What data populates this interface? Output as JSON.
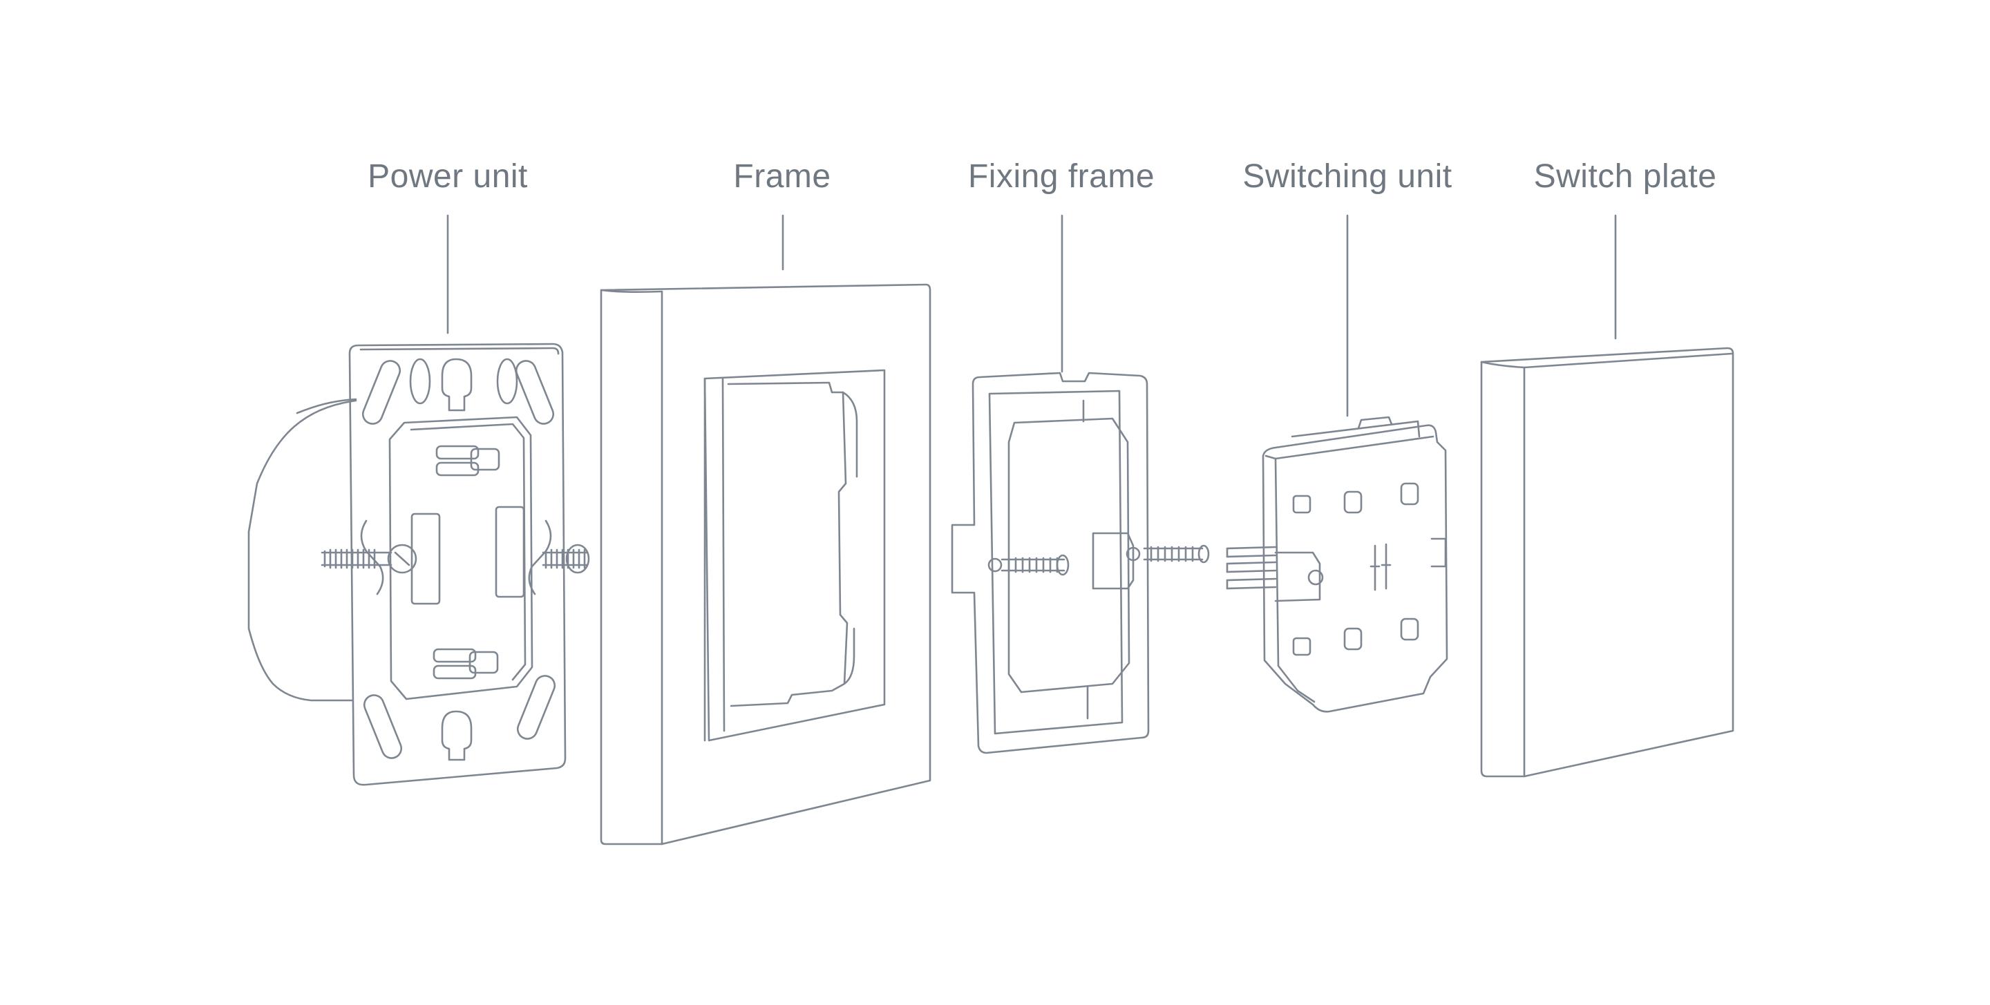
{
  "colors": {
    "background": "#ffffff",
    "line": "#7e8791",
    "label_text": "#6f7780"
  },
  "labels": {
    "power_unit": "Power unit",
    "frame": "Frame",
    "fixing_frame": "Fixing frame",
    "switching_unit": "Switching unit",
    "switch_plate": "Switch plate"
  }
}
